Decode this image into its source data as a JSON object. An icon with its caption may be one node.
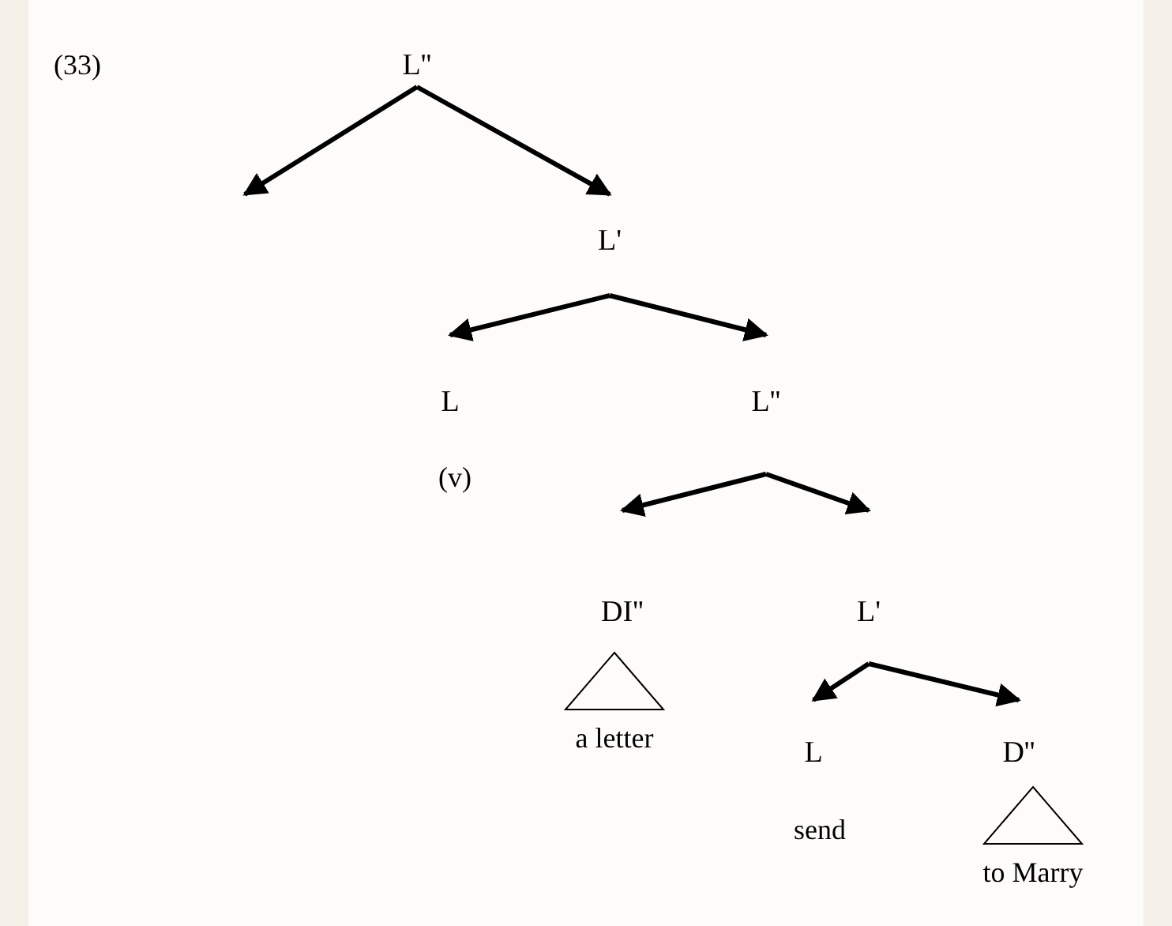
{
  "diagram": {
    "nodes": [
      {
        "text": [
          "L''"
        ]
      },
      {
        "text": [
          "L'"
        ]
      },
      {
        "text": [
          "L"
        ],
        "beside": [
          "(v)"
        ]
      },
      {
        "text": [
          "L''"
        ]
      },
      {
        "text": [
          "DI''"
        ]
      },
      {
        "text": [
          "L'"
        ]
      },
      {
        "text": [
          "a letter"
        ]
      },
      {
        "text": [
          "L"
        ],
        "beside": [
          "send"
        ]
      },
      {
        "text": [
          "D''"
        ]
      },
      {
        "text": [
          "to Marry"
        ]
      }
    ],
    "edges": [
      {
        "from": 0,
        "to": null,
        "arrow": "to"
      },
      {
        "from": 0,
        "to": 1,
        "arrow": "to"
      },
      {
        "from": 1,
        "to": 2,
        "arrow": "to"
      },
      {
        "from": 1,
        "to": 3,
        "arrow": "to"
      },
      {
        "from": 3,
        "to": 4,
        "arrow": "to"
      },
      {
        "from": 3,
        "to": 5,
        "arrow": "to"
      },
      {
        "from": 5,
        "to": 7,
        "arrow": "to"
      },
      {
        "from": 5,
        "to": 8,
        "arrow": "to"
      }
    ],
    "labels": [
      "(33)"
    ]
  }
}
